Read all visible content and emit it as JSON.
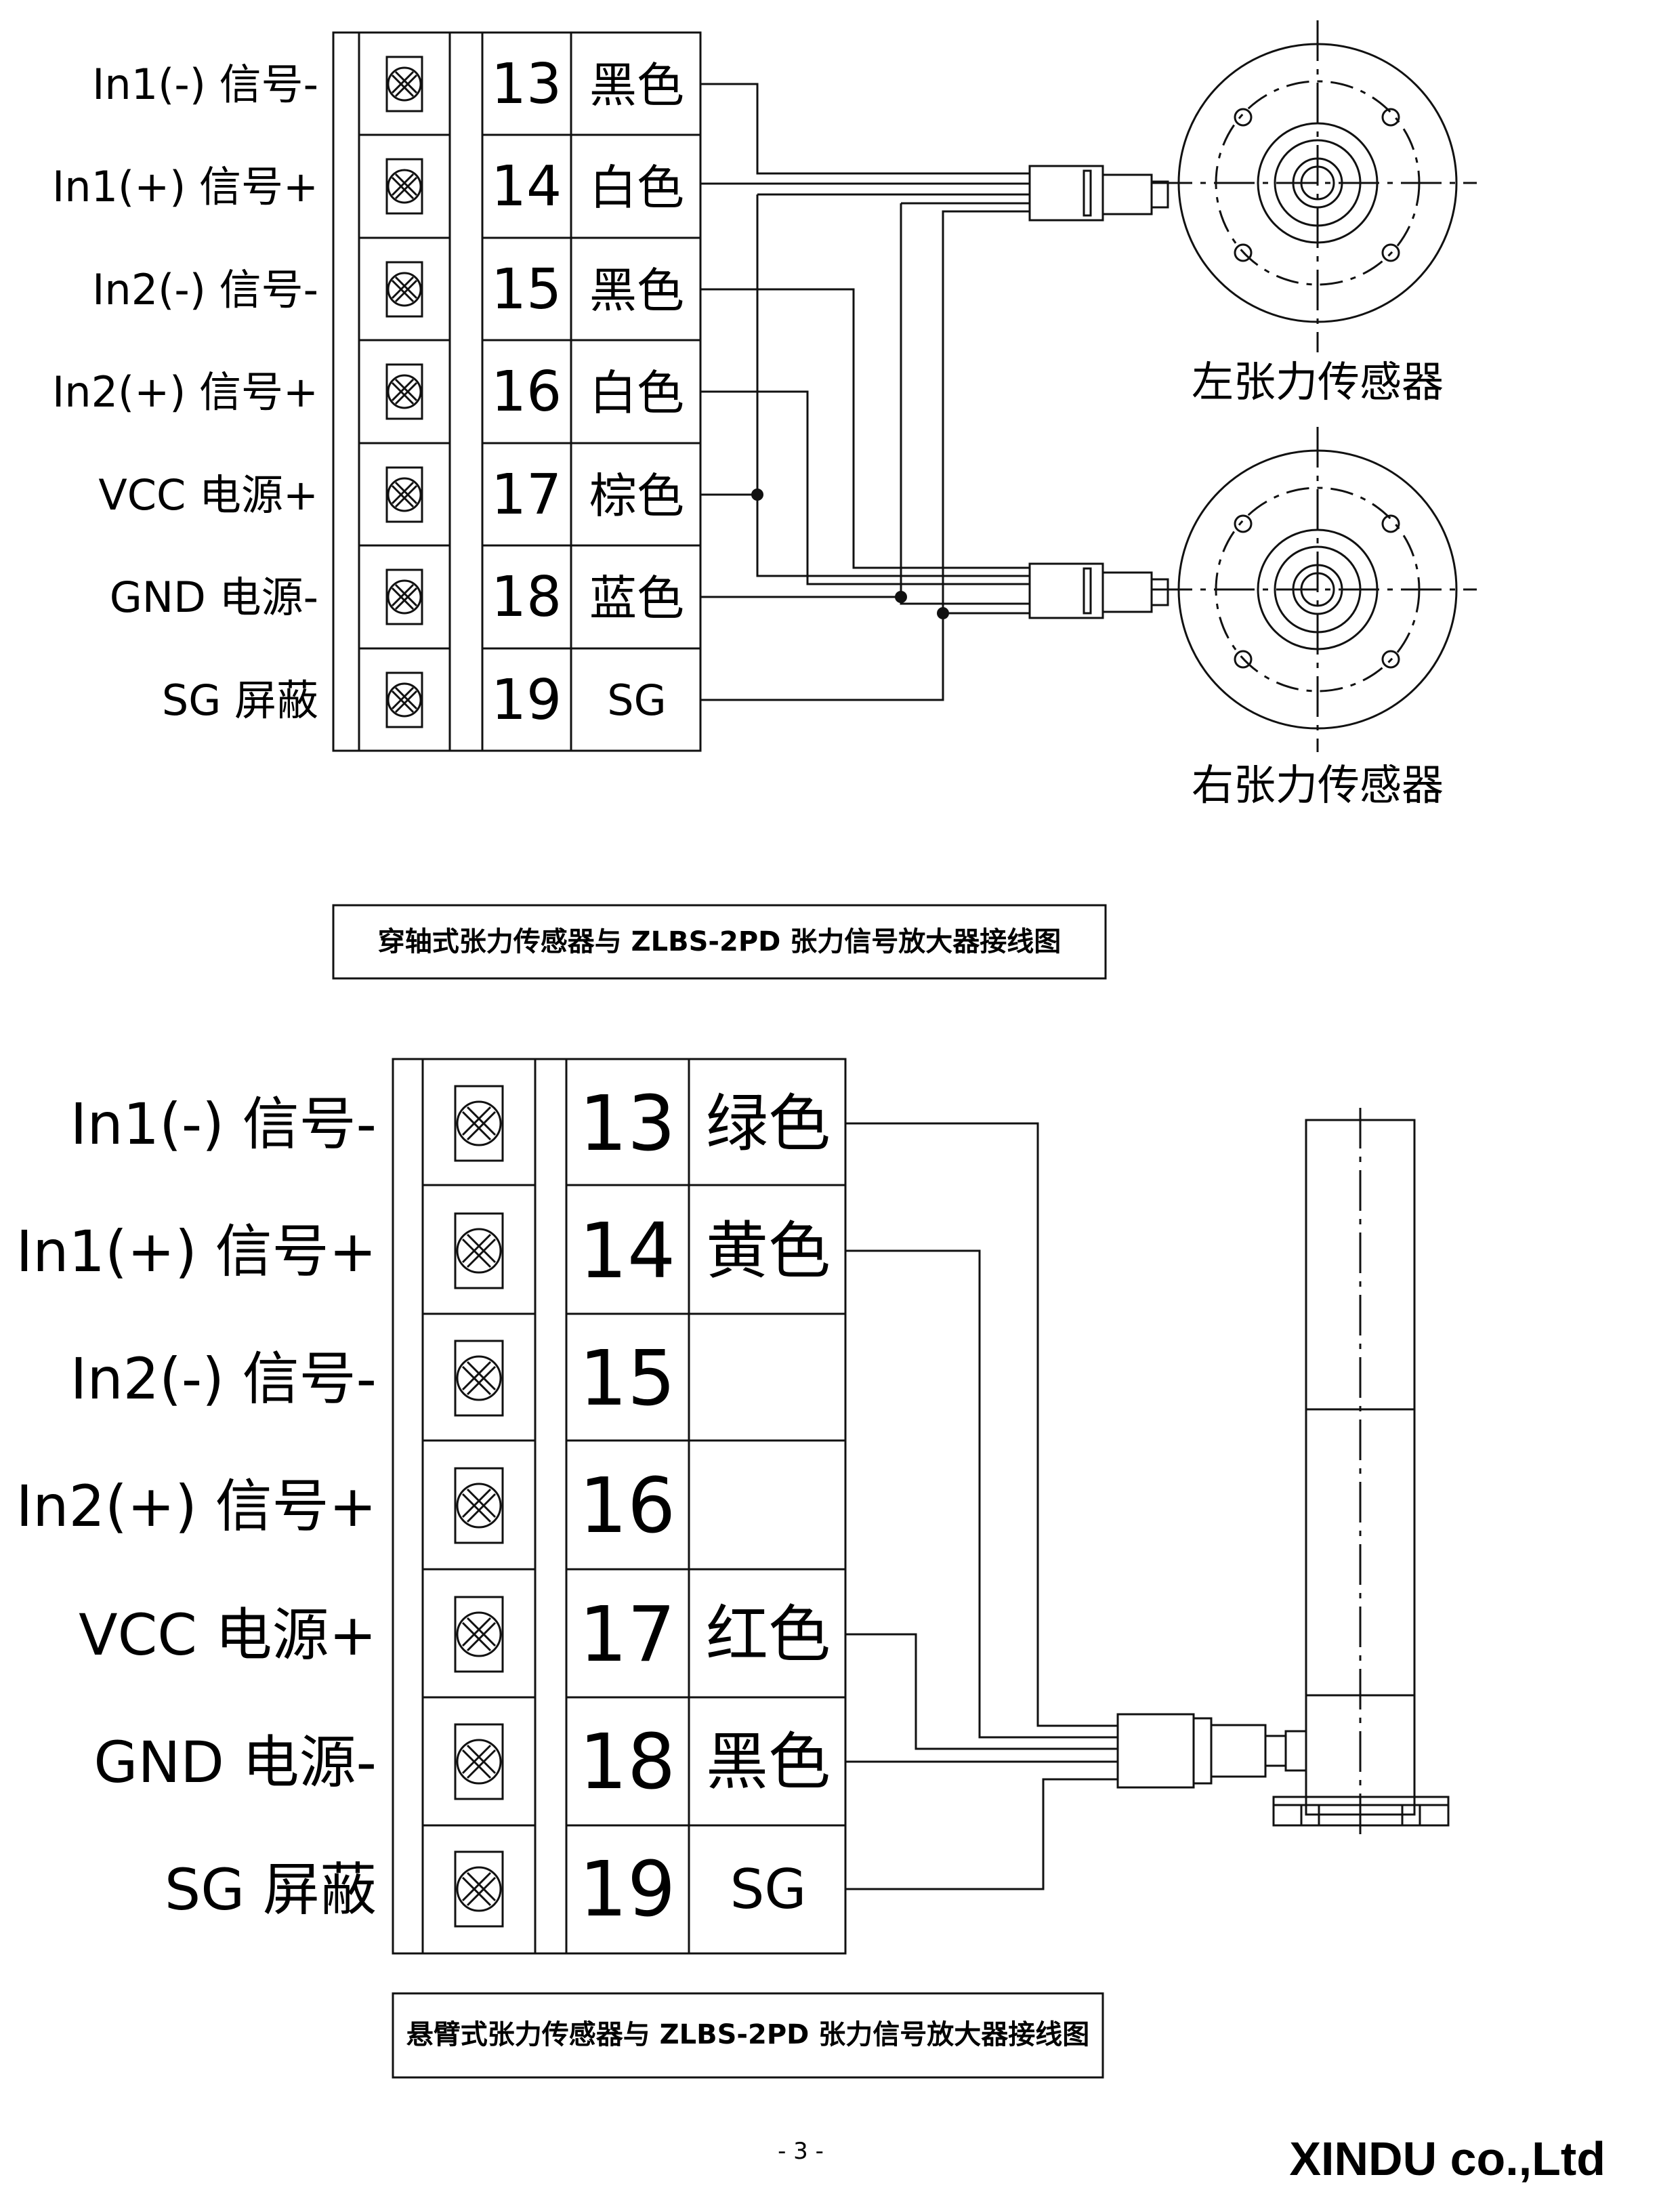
{
  "diagram1": {
    "rows": [
      {
        "signal": "In1(-) 信号-",
        "terminal": "13",
        "wire": "黑色"
      },
      {
        "signal": "In1(+) 信号+",
        "terminal": "14",
        "wire": "白色"
      },
      {
        "signal": "In2(-) 信号-",
        "terminal": "15",
        "wire": "黑色"
      },
      {
        "signal": "In2(+) 信号+",
        "terminal": "16",
        "wire": "白色"
      },
      {
        "signal": "VCC 电源+",
        "terminal": "17",
        "wire": "棕色"
      },
      {
        "signal": "GND 电源-",
        "terminal": "18",
        "wire": "蓝色"
      },
      {
        "signal": "SG 屏蔽",
        "terminal": "19",
        "wire": "SG"
      }
    ],
    "left_sensor_label": "左张力传感器",
    "right_sensor_label": "右张力传感器",
    "caption": "穿轴式张力传感器与 ZLBS-2PD 张力信号放大器接线图"
  },
  "diagram2": {
    "rows": [
      {
        "signal": "In1(-) 信号-",
        "terminal": "13",
        "wire": "绿色"
      },
      {
        "signal": "In1(+) 信号+",
        "terminal": "14",
        "wire": "黄色"
      },
      {
        "signal": "In2(-) 信号-",
        "terminal": "15",
        "wire": ""
      },
      {
        "signal": "In2(+) 信号+",
        "terminal": "16",
        "wire": ""
      },
      {
        "signal": "VCC 电源+",
        "terminal": "17",
        "wire": "红色"
      },
      {
        "signal": "GND 电源-",
        "terminal": "18",
        "wire": "黑色"
      },
      {
        "signal": "SG 屏蔽",
        "terminal": "19",
        "wire": "SG"
      }
    ],
    "caption": "悬臂式张力传感器与 ZLBS-2PD 张力信号放大器接线图"
  },
  "footer": {
    "page": "- 3 -",
    "company": "XINDU co.,Ltd"
  }
}
